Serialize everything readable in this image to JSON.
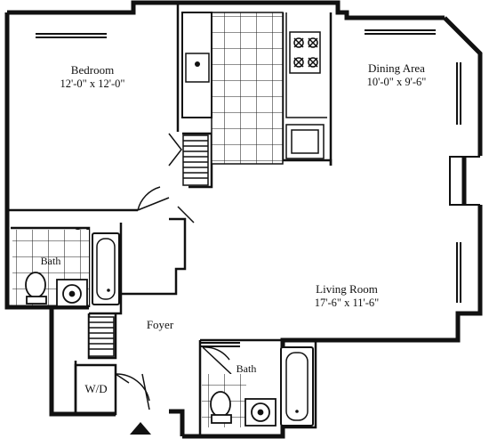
{
  "rooms": {
    "bedroom": {
      "name": "Bedroom",
      "dims": "12'-0\" x 12'-0\""
    },
    "dining": {
      "name": "Dining Area",
      "dims": "10'-0\" x 9'-6\""
    },
    "living": {
      "name": "Living Room",
      "dims": "17'-6\" x 11'-6\""
    },
    "bath1": {
      "name": "Bath"
    },
    "bath2": {
      "name": "Bath"
    },
    "foyer": {
      "name": "Foyer"
    },
    "wd": {
      "name": "W/D"
    }
  },
  "colors": {
    "line": "#111111",
    "background": "#ffffff"
  }
}
